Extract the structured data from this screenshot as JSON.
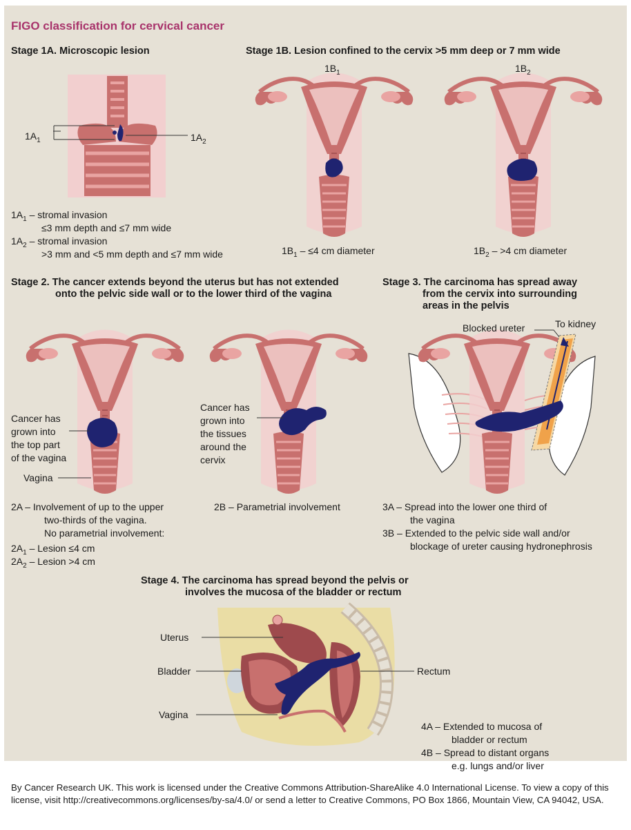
{
  "title": "FIGO classification for cervical cancer",
  "stage1a": {
    "heading": "Stage 1A. Microscopic lesion",
    "label_1a1": {
      "base": "1A",
      "sub": "1"
    },
    "label_1a2": {
      "base": "1A",
      "sub": "2"
    },
    "desc": [
      {
        "base": "1A",
        "sub": "1",
        "text": " – stromal invasion"
      },
      {
        "text": "≤3 mm depth and ≤7 mm wide"
      },
      {
        "base": "1A",
        "sub": "2",
        "text": " – stromal invasion"
      },
      {
        "text": ">3 mm and <5 mm depth and ≤7 mm wide"
      }
    ]
  },
  "stage1b": {
    "heading": "Stage 1B. Lesion confined to the cervix >5 mm deep or 7 mm wide",
    "label_1b1": {
      "base": "1B",
      "sub": "1"
    },
    "label_1b2": {
      "base": "1B",
      "sub": "2"
    },
    "desc_1b1": {
      "base": "1B",
      "sub": "1",
      "text": " – ≤4 cm diameter"
    },
    "desc_1b2": {
      "base": "1B",
      "sub": "2",
      "text": " – >4 cm diameter"
    }
  },
  "stage2": {
    "heading_line1": "Stage 2. The cancer extends beyond the uterus but has not extended",
    "heading_line2": "onto the pelvic side wall or to the lower third of the vagina",
    "callout_2a": [
      "Cancer has",
      "grown into",
      "the top part",
      "of the vagina"
    ],
    "callout_vagina": "Vagina",
    "callout_2b": [
      "Cancer has",
      "grown into",
      "the tissues",
      "around the",
      "cervix"
    ],
    "desc_2a": [
      "2A – Involvement of up to the upper",
      "two-thirds of the vagina.",
      "No parametrial involvement:"
    ],
    "desc_2a1": {
      "base": "2A",
      "sub": "1",
      "text": " – Lesion ≤4 cm"
    },
    "desc_2a2": {
      "base": "2A",
      "sub": "2",
      "text": " – Lesion >4 cm"
    },
    "desc_2b": "2B – Parametrial involvement"
  },
  "stage3": {
    "heading": [
      "Stage 3. The carcinoma has spread away",
      "from the cervix into surrounding",
      "areas in the pelvis"
    ],
    "callout_ureter": "Blocked ureter",
    "callout_kidney": "To kidney",
    "desc": [
      "3A – Spread into the lower one third of",
      "the vagina",
      "3B – Extended to the pelvic side wall and/or",
      "blockage of ureter causing hydronephrosis"
    ]
  },
  "stage4": {
    "heading_line1": "Stage 4. The carcinoma has spread beyond the pelvis or",
    "heading_line2": "involves the mucosa of the bladder or rectum",
    "label_uterus": "Uterus",
    "label_bladder": "Bladder",
    "label_vagina": "Vagina",
    "label_rectum": "Rectum",
    "desc": [
      "4A – Extended to mucosa of",
      "bladder or rectum",
      "4B – Spread to distant organs",
      "e.g. lungs and/or liver"
    ]
  },
  "credit": "By Cancer Research UK. This work is licensed under the Creative Commons Attribution-ShareAlike 4.0 International License. To view a copy of this license, visit http://creativecommons.org/licenses/by-sa/4.0/ or send a letter to Creative Commons, PO Box 1866, Mountain View, CA 94042, USA.",
  "colors": {
    "panel": "#e6e1d6",
    "title": "#a8336b",
    "tissue": "#c8706e",
    "tissue_dark": "#9e4a4d",
    "pink_bg": "#f2cfcf",
    "tumor": "#1f2370",
    "ureter": "#f0a24a"
  }
}
